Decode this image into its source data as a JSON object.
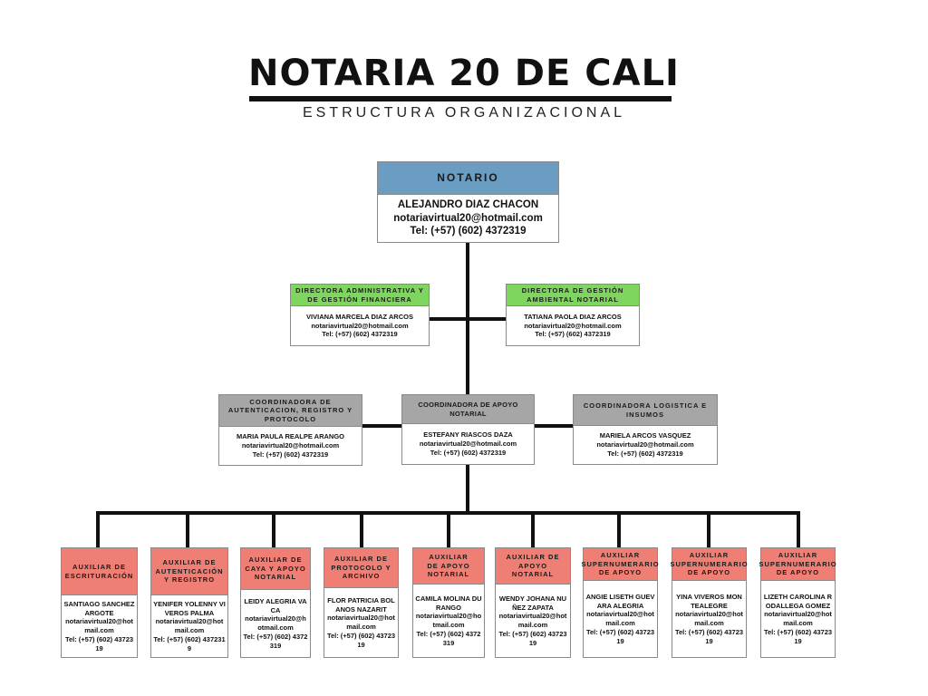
{
  "page": {
    "title": "NOTARIA 20 DE CALI",
    "subtitle": "ESTRUCTURA ORGANIZACIONAL"
  },
  "notario": {
    "role": "NOTARIO",
    "name": "ALEJANDRO DIAZ CHACON",
    "email": "notariavirtual20@hotmail.com",
    "phone": "Tel: (+57) (602) 4372319"
  },
  "directors": [
    {
      "role": "DIRECTORA ADMINISTRATIVA Y DE GESTIÓN FINANCIERA",
      "name": "VIVIANA MARCELA DIAZ ARCOS",
      "email": "notariavirtual20@hotmail.com",
      "phone": "Tel: (+57) (602) 4372319"
    },
    {
      "role": "DIRECTORA DE GESTIÓN AMBIENTAL NOTARIAL",
      "name": "TATIANA PAOLA DIAZ ARCOS",
      "email": "notariavirtual20@hotmail.com",
      "phone": "Tel: (+57) (602) 4372319"
    }
  ],
  "coordinators": [
    {
      "role": "COORDINADORA DE AUTENTICACION, REGISTRO Y PROTOCOLO",
      "name": "MARIA PAULA REALPE ARANGO",
      "email": "notariavirtual20@hotmail.com",
      "phone": "Tel: (+57) (602) 4372319"
    },
    {
      "role": "COORDINADORA DE APOYO NOTARIAL",
      "name": "ESTEFANY RIASCOS DAZA",
      "email": "notariavirtual20@hotmail.com",
      "phone": "Tel: (+57) (602) 4372319"
    },
    {
      "role": "COORDINADORA LOGISTICA E INSUMOS",
      "name": "MARIELA ARCOS VASQUEZ",
      "email": "notariavirtual20@hotmail.com",
      "phone": "Tel: (+57) (602) 4372319"
    }
  ],
  "auxiliaries": [
    {
      "role": "AUXILIAR DE ESCRITURACIÓN",
      "name": "SANTIAGO SANCHEZ ARGOTE",
      "email": "notariavirtual20@hotmail.com",
      "phone": "Tel: (+57) (602) 4372319"
    },
    {
      "role": "AUXILIAR DE AUTENTICACIÓN Y REGISTRO",
      "name": "YENIFER YOLENNY VIVEROS PALMA",
      "email": "notariavirtual20@hotmail.com",
      "phone": "Tel: (+57) (602) 4372319"
    },
    {
      "role": "AUXILIAR DE CAYA Y APOYO NOTARIAL",
      "name": "LEIDY ALEGRIA VACA",
      "email": "notariavirtual20@hotmail.com",
      "phone": "Tel: (+57) (602) 4372319"
    },
    {
      "role": "AUXILIAR DE PROTOCOLO Y ARCHIVO",
      "name": "FLOR PATRICIA BOLANOS NAZARIT",
      "email": "notariavirtual20@hotmail.com",
      "phone": "Tel: (+57) (602) 4372319"
    },
    {
      "role": "AUXILIAR DE APOYO NOTARIAL",
      "name": "CAMILA MOLINA DURANGO",
      "email": "notariavirtual20@hotmail.com",
      "phone": "Tel: (+57) (602) 4372319"
    },
    {
      "role": "AUXILIAR DE APOYO NOTARIAL",
      "name": "WENDY JOHANA NUÑEZ ZAPATA",
      "email": "notariavirtual20@hotmail.com",
      "phone": "Tel: (+57) (602) 4372319"
    },
    {
      "role": "AUXILIAR SUPERNUMERARIO DE APOYO",
      "name": "ANGIE LISETH GUEVARA ALEGRIA",
      "email": "notariavirtual20@hotmail.com",
      "phone": "Tel: (+57) (602) 4372319"
    },
    {
      "role": "AUXILIAR SUPERNUMERARIO DE APOYO",
      "name": "YINA VIVEROS MONTEALEGRE",
      "email": "notariavirtual20@hotmail.com",
      "phone": "Tel: (+57) (602) 4372319"
    },
    {
      "role": "AUXILIAR SUPERNUMERARIO DE APOYO",
      "name": "LIZETH CAROLINA RODALLEGA GOMEZ",
      "email": "notariavirtual20@hotmail.com",
      "phone": "Tel: (+57) (602) 4372319"
    }
  ],
  "colors": {
    "notario_header": "#6b9dc2",
    "director_header": "#7fd65f",
    "coordinator_header": "#a6a6a6",
    "auxiliary_header": "#ef7f74",
    "connector": "#111111"
  }
}
